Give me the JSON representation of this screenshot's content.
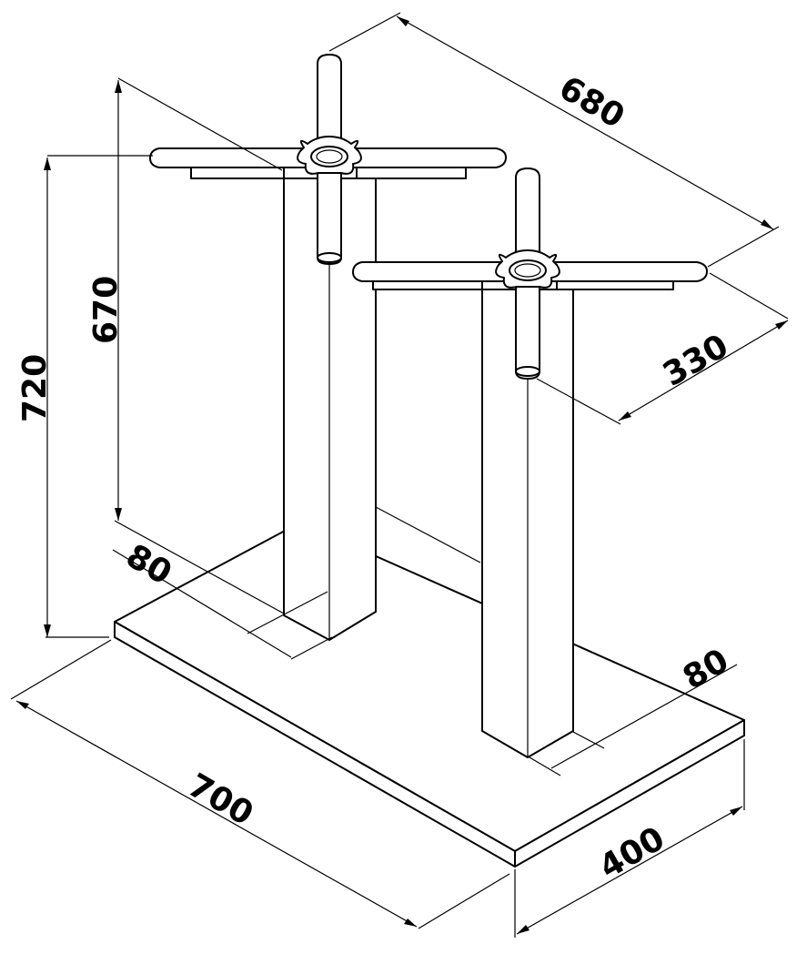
{
  "dimensions": {
    "top_span": "680",
    "top_width": "330",
    "column_height": "670",
    "total_height": "720",
    "column_left": "80",
    "column_right": "80",
    "base_length": "700",
    "base_width": "400"
  },
  "colors": {
    "line": "#000000",
    "background": "#ffffff"
  }
}
